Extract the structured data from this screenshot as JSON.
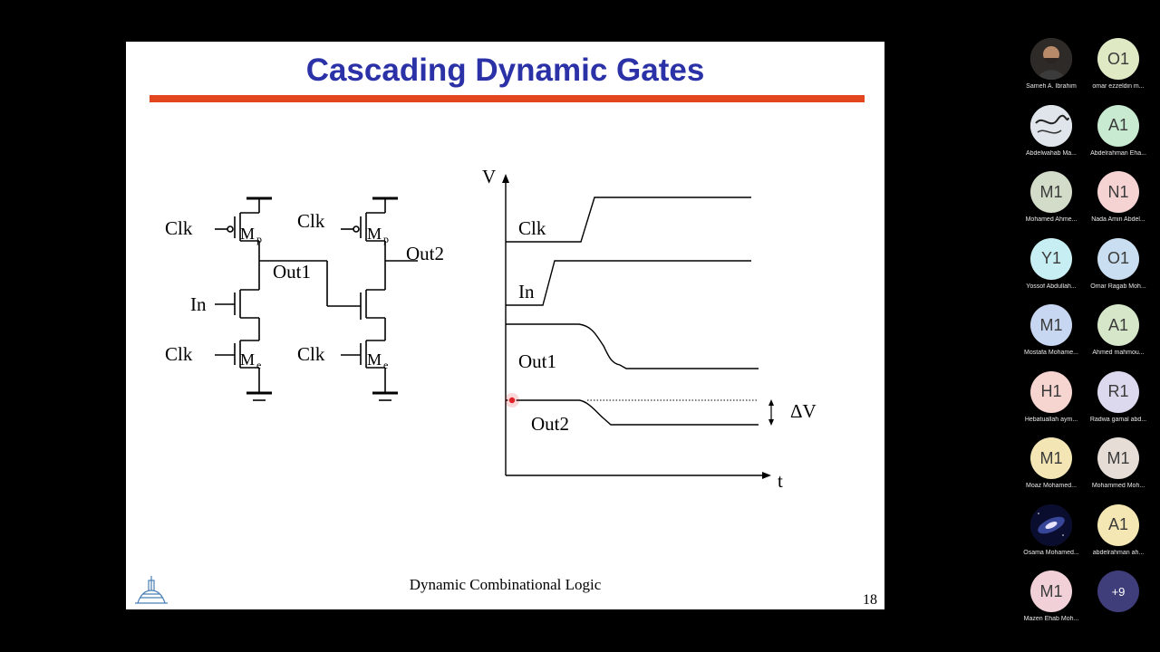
{
  "slide": {
    "title": "Cascading Dynamic Gates",
    "footer": "Dynamic Combinational Logic",
    "page_number": "18",
    "schematic": {
      "clk_top_1": "Clk",
      "mp_1": "M",
      "mp_1_sub": "p",
      "in": "In",
      "clk_bottom_1": "Clk",
      "me_1": "M",
      "me_1_sub": "e",
      "out1": "Out1",
      "clk_top_2": "Clk",
      "mp_2": "M",
      "mp_2_sub": "p",
      "clk_bottom_2": "Clk",
      "me_2": "M",
      "me_2_sub": "e",
      "out2": "Out2"
    },
    "waveform": {
      "y_axis": "V",
      "x_axis": "t",
      "clk": "Clk",
      "in": "In",
      "out1": "Out1",
      "out2": "Out2",
      "delta_v": "ΔV"
    }
  },
  "participants": [
    {
      "initials": "",
      "name": "Sameh A. Ibrahim",
      "color": "#6b5a4a",
      "photo": "person-photo"
    },
    {
      "initials": "O1",
      "name": "omar ezzeldin m...",
      "color": "#dfe9c4"
    },
    {
      "initials": "",
      "name": "Abdelwahab Ma...",
      "color": "#cfd6dd",
      "photo": "calligraphy-photo"
    },
    {
      "initials": "A1",
      "name": "Abdelrahman Eha...",
      "color": "#c7ead0"
    },
    {
      "initials": "M1",
      "name": "Mohamed Ahme...",
      "color": "#d2dcc9"
    },
    {
      "initials": "N1",
      "name": "Nada Amin Abdel...",
      "color": "#f5d3d3"
    },
    {
      "initials": "Y1",
      "name": "Yossof Abdullah...",
      "color": "#c7eef2"
    },
    {
      "initials": "O1",
      "name": "Omar Ragab Moh...",
      "color": "#c9def0"
    },
    {
      "initials": "M1",
      "name": "Mostafa Mohame...",
      "color": "#c8d7f1"
    },
    {
      "initials": "A1",
      "name": "Ahmed mahmou...",
      "color": "#d6e6c9"
    },
    {
      "initials": "H1",
      "name": "Hebatuallah aym...",
      "color": "#f6d4d0"
    },
    {
      "initials": "R1",
      "name": "Radwa gamal abd...",
      "color": "#dcd9ef"
    },
    {
      "initials": "M1",
      "name": "Moaz Mohamed...",
      "color": "#f3e6b4"
    },
    {
      "initials": "M1",
      "name": "Mohammed Moh...",
      "color": "#e5ddd6"
    },
    {
      "initials": "",
      "name": "Osama Mohamed...",
      "color": "#1b1d4a",
      "photo": "galaxy-photo"
    },
    {
      "initials": "A1",
      "name": "abdelrahman ah...",
      "color": "#f5e7b3"
    },
    {
      "initials": "M1",
      "name": "Mazen Ehab Moh...",
      "color": "#f2d0d8"
    },
    {
      "initials": "+9",
      "name": "",
      "color": "#3f3d7a"
    }
  ],
  "colors": {
    "title": "#2b31a6",
    "title_rule": "#e2461f",
    "laser_pointer": "#e0232b"
  }
}
